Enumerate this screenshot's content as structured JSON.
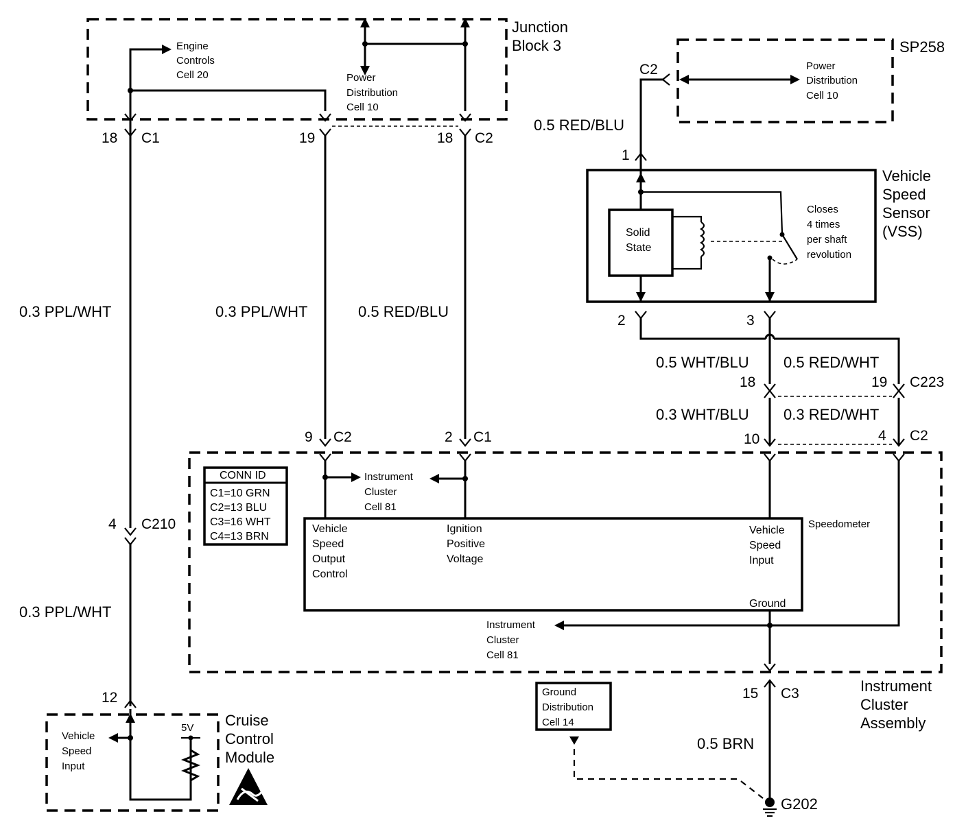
{
  "junction_block": {
    "title_1": "Junction",
    "title_2": "Block 3"
  },
  "engine_controls": {
    "line1": "Engine",
    "line2": "Controls",
    "line3": "Cell 20"
  },
  "power_distribution_jb": {
    "line1": "Power",
    "line2": "Distribution",
    "line3": "Cell 10"
  },
  "sp258": {
    "title": "SP258",
    "connector": "C2",
    "line1": "Power",
    "line2": "Distribution",
    "line3": "Cell 10"
  },
  "vss": {
    "title_1": "Vehicle",
    "title_2": "Speed",
    "title_3": "Sensor",
    "title_4": "(VSS)",
    "solid_state_1": "Solid",
    "solid_state_2": "State",
    "note_1": "Closes",
    "note_2": "4 times",
    "note_3": "per shaft",
    "note_4": "revolution",
    "pin1": "1",
    "pin2": "2",
    "pin3": "3"
  },
  "wires": {
    "c1_18_wire": "0.3 PPL/WHT",
    "c1_19_wire": "0.3 PPL/WHT",
    "c2_18_wire": "0.5 RED/BLU",
    "vss_supply_wire": "0.5 RED/BLU",
    "vss_low_top": "0.5 WHT/BLU",
    "vss_high_top": "0.5 RED/WHT",
    "vss_low_bottom": "0.3 WHT/BLU",
    "vss_high_bottom": "0.3 RED/WHT",
    "cruise_wire": "0.3 PPL/WHT",
    "ground_wire": "0.5 BRN"
  },
  "connectors": {
    "jb_c1_pin": "18",
    "jb_c1": "C1",
    "jb_19_pin": "19",
    "jb_c2_pin": "18",
    "jb_c2": "C2",
    "ic_c2_pin": "9",
    "ic_c2": "C2",
    "ic_c1_pin": "2",
    "ic_c1": "C1",
    "c210_pin": "4",
    "c210": "C210",
    "c223_pin_a": "18",
    "c223_pin_b": "19",
    "c223": "C223",
    "ic_c2b_pin_a": "10",
    "ic_c2b_pin_b": "4",
    "ic_c2b": "C2",
    "cruise_pin": "12",
    "ic_c3_pin": "15",
    "ic_c3": "C3"
  },
  "conn_id": {
    "title": "CONN ID",
    "rows": [
      "C1=10 GRN",
      "C2=13 BLU",
      "C3=16 WHT",
      "C4=13 BRN"
    ]
  },
  "instrument_cluster": {
    "title_1": "Instrument",
    "title_2": "Cluster",
    "title_3": "Assembly",
    "ref_top_1": "Instrument",
    "ref_top_2": "Cluster",
    "ref_top_3": "Cell 81",
    "ref_bot_1": "Instrument",
    "ref_bot_2": "Cluster",
    "ref_bot_3": "Cell 81"
  },
  "speedometer": {
    "title": "Speedometer",
    "out_1": "Vehicle",
    "out_2": "Speed",
    "out_3": "Output",
    "out_4": "Control",
    "ign_1": "Ignition",
    "ign_2": "Positive",
    "ign_3": "Voltage",
    "in_1": "Vehicle",
    "in_2": "Speed",
    "in_3": "Input",
    "ground": "Ground"
  },
  "cruise": {
    "title_1": "Cruise",
    "title_2": "Control",
    "title_3": "Module",
    "in_1": "Vehicle",
    "in_2": "Speed",
    "in_3": "Input",
    "voltage": "5V"
  },
  "ground_dist": {
    "line1": "Ground",
    "line2": "Distribution",
    "line3": "Cell 14",
    "ground_point": "G202"
  },
  "icons": [
    "esd-sensitive-icon",
    "ground-symbol-icon",
    "resistor-icon",
    "coil-icon",
    "switch-icon",
    "arrow-icon",
    "connector-icon"
  ]
}
